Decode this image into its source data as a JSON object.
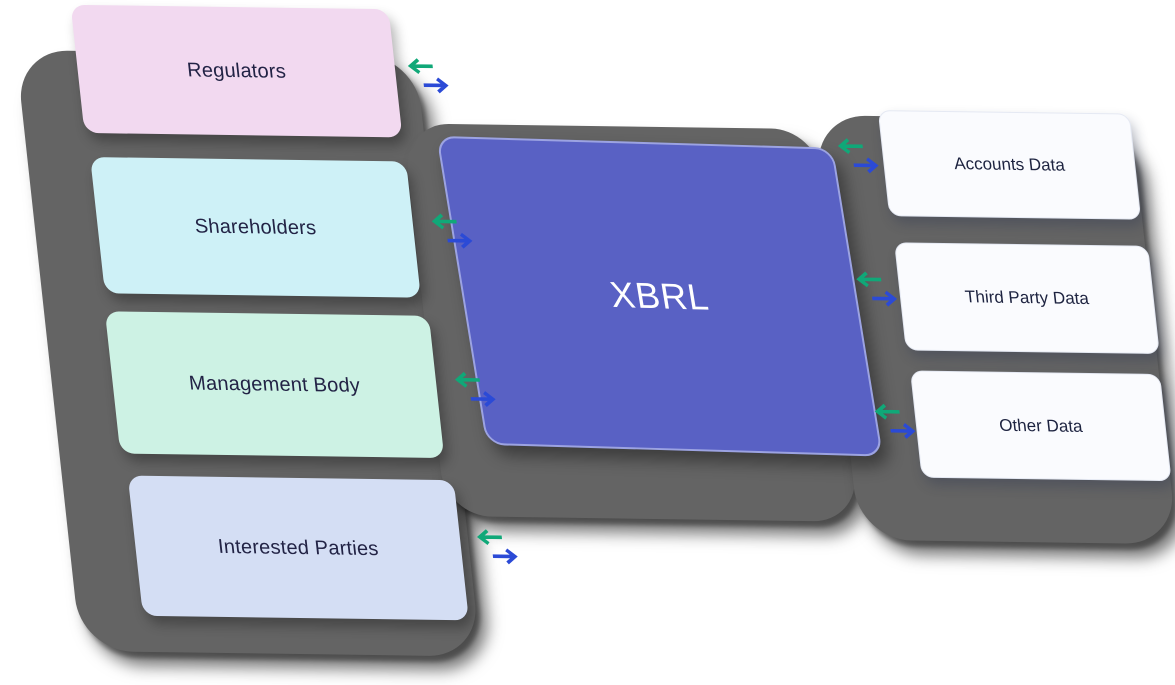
{
  "diagram": {
    "center_label": "XBRL",
    "left_nodes": [
      {
        "label": "Regulators",
        "color": "#F2D9F0"
      },
      {
        "label": "Shareholders",
        "color": "#CEF1F7"
      },
      {
        "label": "Management Body",
        "color": "#CDF2E4"
      },
      {
        "label": "Interested Parties",
        "color": "#D4DEF4"
      }
    ],
    "right_nodes": [
      {
        "label": "Accounts Data"
      },
      {
        "label": "Third Party Data"
      },
      {
        "label": "Other Data"
      }
    ],
    "colors": {
      "center_fill": "#5961C4",
      "center_border": "#9CA3E2",
      "center_text": "#FFFFFF",
      "node_text": "#222345",
      "right_node_fill": "#FAFBFE",
      "backdrop_gray": "#646464",
      "arrow_in_green": "#10A878",
      "arrow_out_blue": "#2B4AD6"
    }
  }
}
